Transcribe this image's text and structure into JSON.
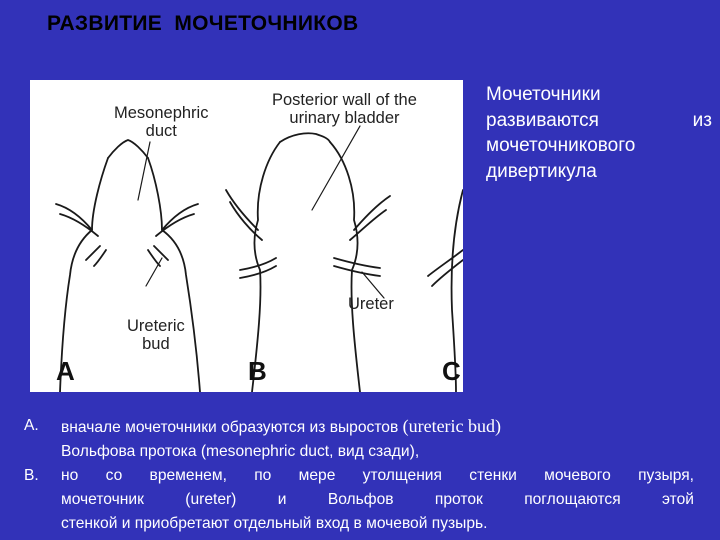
{
  "title": "РАЗВИТИЕ  МОЧЕТОЧНИКОВ",
  "side_text": {
    "lines": [
      "Мочеточники",
      "развиваются   из",
      "мочеточникового",
      "дивертикула"
    ]
  },
  "figure": {
    "labels": {
      "mesonephric_duct": "Mesonephric\nduct",
      "posterior_wall": "Posterior wall of the\nurinary bladder",
      "ureteric_bud": "Ureteric\nbud",
      "ureter": "Ureter"
    },
    "panels": [
      "A",
      "B",
      "C"
    ]
  },
  "notes": [
    {
      "marker": "A.",
      "lines": [
        {
          "before": "вначале мочеточники образуются из выростов ",
          "term": "(ureteric bud)"
        },
        {
          "before": "Вольфова протока (mesonephric duct, вид сзади),"
        }
      ]
    },
    {
      "marker": "B.",
      "lines": [
        {
          "before": "но со временем, по мере утолщения стенки мочевого пузыря,"
        },
        {
          "before": "мочеточник (ureter) и Вольфов проток поглощаются этой"
        },
        {
          "before": "стенкой и приобретают отдельный вход в мочевой пузырь."
        }
      ]
    }
  ]
}
